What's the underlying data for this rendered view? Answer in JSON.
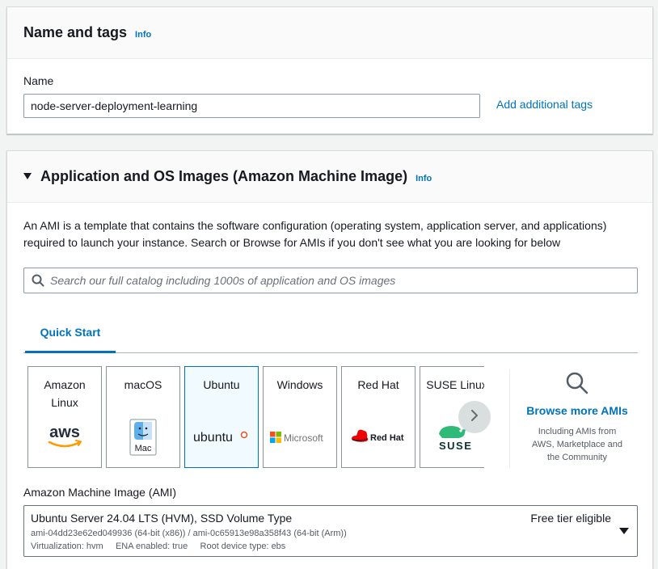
{
  "name_tags": {
    "title": "Name and tags",
    "info": "Info",
    "name_label": "Name",
    "name_value": "node-server-deployment-learning",
    "add_tags": "Add additional tags"
  },
  "ami_section": {
    "title": "Application and OS Images (Amazon Machine Image)",
    "info": "Info",
    "desc_line1": "An AMI is a template that contains the software configuration (operating system, application server, and applications)",
    "desc_line2": "required to launch your instance. Search or Browse for AMIs if you don't see what you are looking for below",
    "search_placeholder": "Search our full catalog including 1000s of application and OS images",
    "tab_quick_start": "Quick Start",
    "tiles": [
      {
        "label_line1": "Amazon",
        "label_line2": "Linux",
        "logo_text": "aws",
        "selected": false
      },
      {
        "label_line1": "macOS",
        "logo_text": "Mac",
        "selected": false
      },
      {
        "label_line1": "Ubuntu",
        "logo_text": "ubuntu",
        "selected": true
      },
      {
        "label_line1": "Windows",
        "logo_text": "Microsoft",
        "selected": false
      },
      {
        "label_line1": "Red Hat",
        "logo_text": "Red Hat",
        "selected": false
      },
      {
        "label_line1": "SUSE Linux",
        "logo_text": "SUSE",
        "selected": false
      }
    ],
    "browse_more": "Browse more AMIs",
    "browse_sub_1": "Including AMIs from",
    "browse_sub_2": "AWS, Marketplace and",
    "browse_sub_3": "the Community",
    "ami_label": "Amazon Machine Image (AMI)",
    "ami_name": "Ubuntu Server 24.04 LTS (HVM), SSD Volume Type",
    "ami_free": "Free tier eligible",
    "ami_ids": "ami-04dd23e62ed049936 (64-bit (x86)) / ami-0c65913e98a358f43 (64-bit (Arm))",
    "ami_meta": "Virtualization: hvm     ENA enabled: true     Root device type: ebs"
  },
  "colors": {
    "link": "#0073bb",
    "selected_tile_bg": "#f1faff",
    "aws_orange": "#ff9900",
    "ubuntu_orange": "#e95420",
    "redhat_red": "#ee0000",
    "suse_green": "#30ba78"
  }
}
